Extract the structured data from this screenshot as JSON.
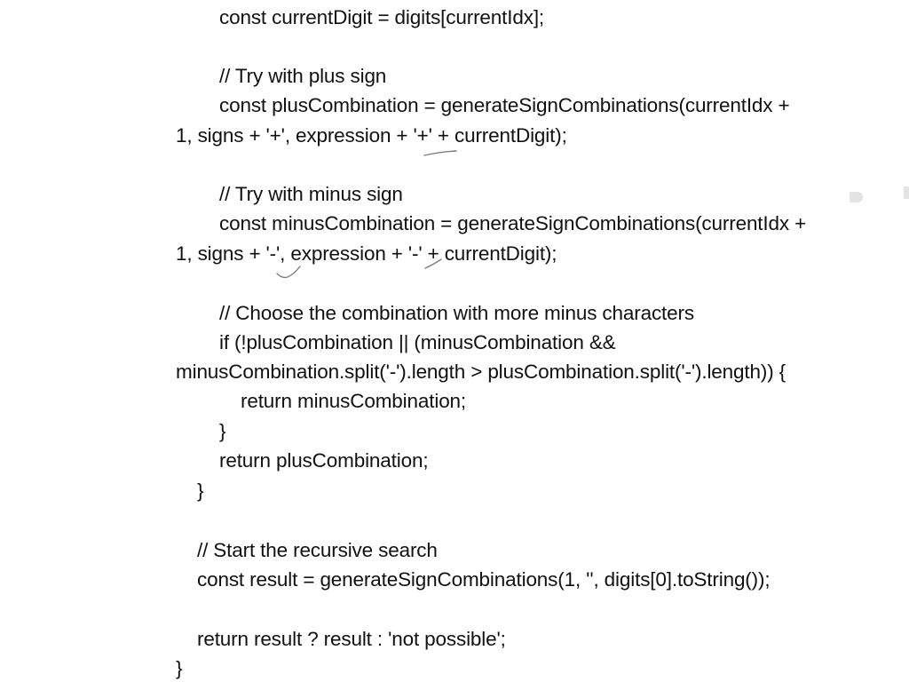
{
  "code_lines": [
    "const currentDigit = digits[currentIdx];",
    "// Try with plus sign",
    "const plusCombination = generateSignCombinations(currentIdx +",
    "1, signs + '+', expression + '+' + currentDigit);",
    "// Try with minus sign",
    "const minusCombination = generateSignCombinations(currentIdx +",
    "1, signs + '-', expression + '-' + currentDigit);",
    "// Choose the combination with more minus characters",
    "if (!plusCombination || (minusCombination &&",
    "minusCombination.split('-').length > plusCombination.split('-').length)) {",
    "return minusCombination;",
    "}",
    "return plusCombination;",
    "}",
    "// Start the recursive search",
    "const result = generateSignCombinations(1, '', digits[0].toString());",
    "return result ? result : 'not possible';",
    "}"
  ],
  "colors": {
    "text": "#111111",
    "ink": "#7e7e7e",
    "background": "#ffffff"
  }
}
